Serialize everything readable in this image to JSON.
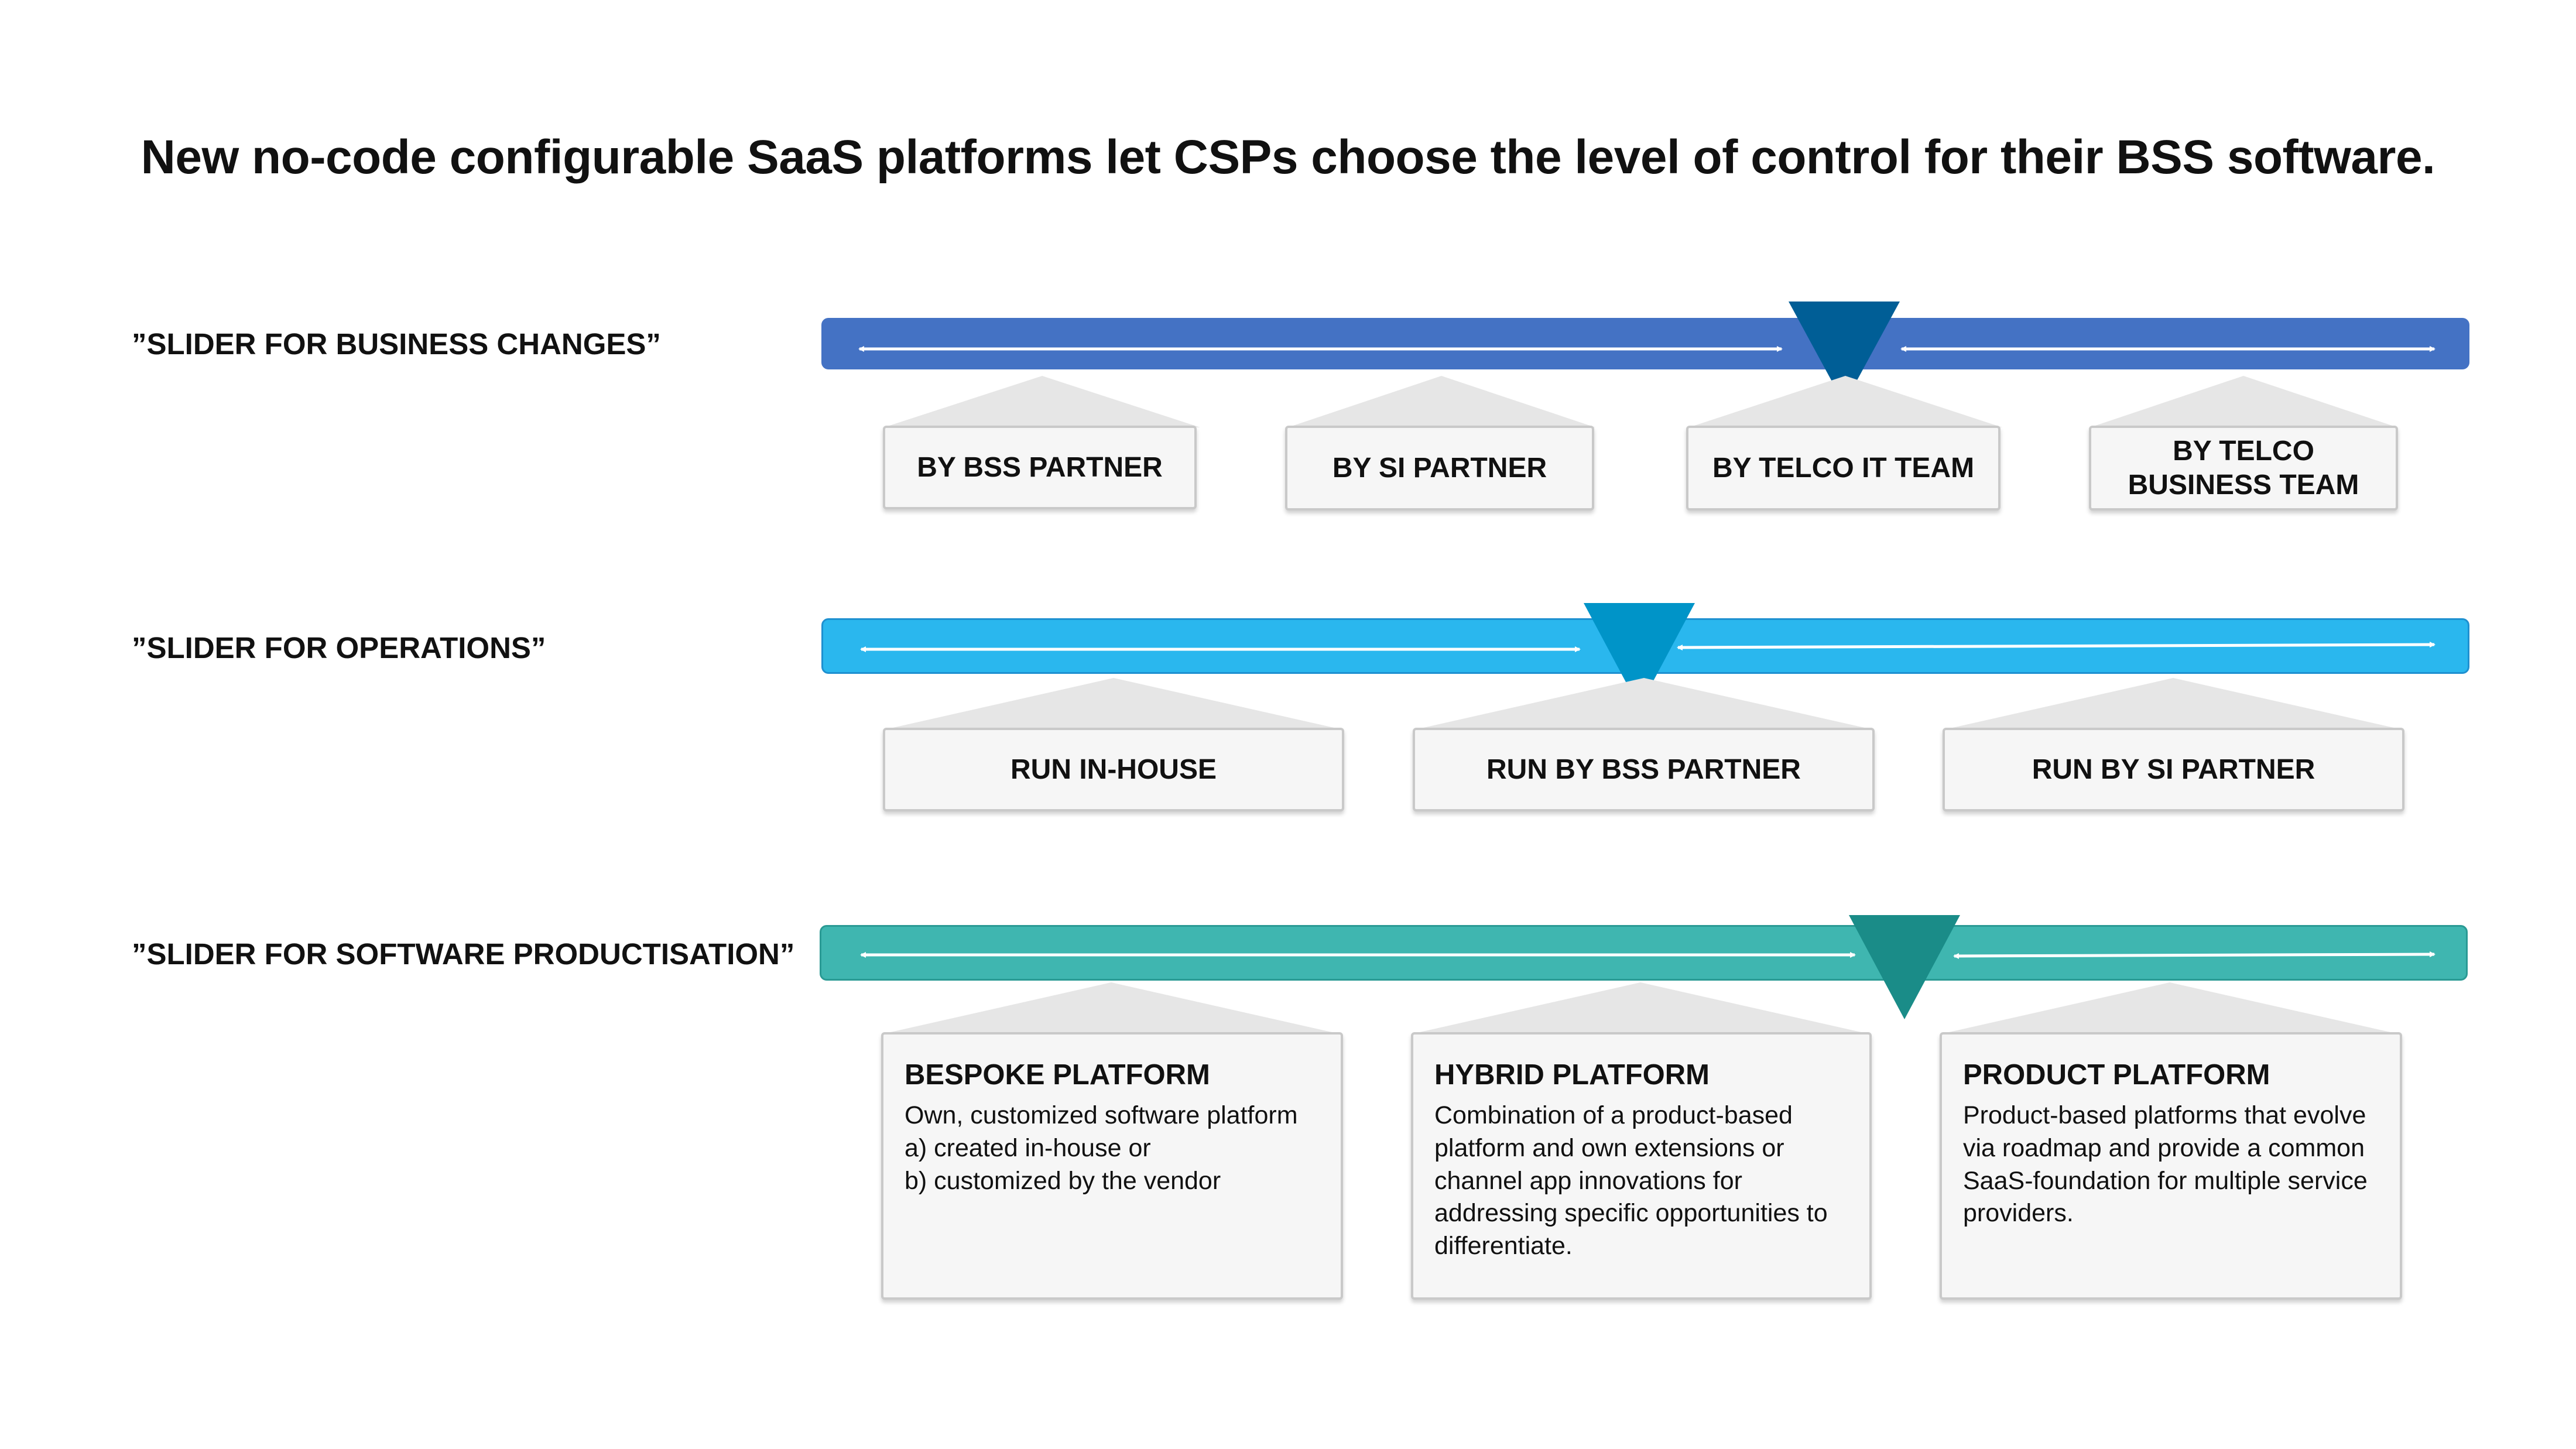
{
  "title": "New no-code configurable SaaS platforms let CSPs choose the level of control for their BSS software.",
  "colors": {
    "business_bar": "#4472c4",
    "business_marker": "#005e96",
    "operations_bar": "#2ab7ee",
    "operations_marker": "#0094c8",
    "software_bar": "#3fb6b0",
    "software_marker": "#1a8c88"
  },
  "rows": [
    {
      "label": "”SLIDER FOR BUSINESS CHANGES”",
      "options": [
        "BY BSS PARTNER",
        "BY SI PARTNER",
        "BY TELCO IT TEAM",
        "BY TELCO BUSINESS TEAM"
      ]
    },
    {
      "label": "”SLIDER FOR OPERATIONS”",
      "options": [
        "RUN IN-HOUSE",
        "RUN BY BSS PARTNER",
        "RUN BY SI PARTNER"
      ]
    },
    {
      "label": "”SLIDER FOR SOFTWARE PRODUCTISATION”",
      "options": [
        {
          "heading": "BESPOKE PLATFORM",
          "text": "Own, customized software platform\na) created in-house or\nb) customized by the vendor"
        },
        {
          "heading": "HYBRID PLATFORM",
          "text": "Combination of a product-based platform and own extensions or channel app innovations for addressing specific opportunities to differentiate."
        },
        {
          "heading": "PRODUCT PLATFORM",
          "text": "Product-based platforms that evolve via roadmap and provide a common SaaS-foundation for multiple service providers."
        }
      ]
    }
  ]
}
